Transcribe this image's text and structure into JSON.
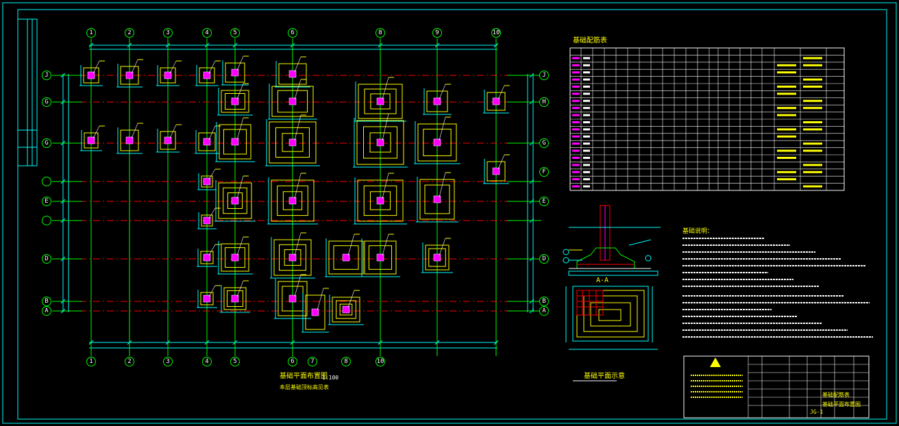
{
  "drawing": {
    "plan_title": "基础平面布置图",
    "plan_scale": "1:100",
    "plan_note": "本层基础顶标高见表",
    "schedule_title": "基础配筋表",
    "section_title": "A-A",
    "detail_title": "基础平面示意",
    "notes_title": "基础说明："
  },
  "title_block": {
    "drawing_title": "基础平面布置图",
    "drawing_subtitle": "基础配筋表",
    "sheet_no": "JG-1"
  },
  "colors": {
    "frame": "#00ffff",
    "grid_line": "#00ff00",
    "axis_line": "#ff0000",
    "footing": "#ffff00",
    "column": "#ff00ff",
    "dimension": "#00ffff",
    "text": "#ffff00"
  },
  "axes": {
    "top_labels": [
      "1",
      "2",
      "3",
      "4",
      "5",
      "6",
      "8",
      "9",
      "10"
    ],
    "bottom_labels": [
      "1",
      "2",
      "3",
      "4",
      "5",
      "6",
      "7",
      "8",
      "10"
    ],
    "left_labels": [
      "J",
      "G",
      "G",
      "",
      "E",
      "",
      "D",
      "B",
      "A"
    ],
    "right_labels": [
      "J",
      "H",
      "G",
      "F",
      "E",
      "D",
      "B",
      "A"
    ]
  }
}
